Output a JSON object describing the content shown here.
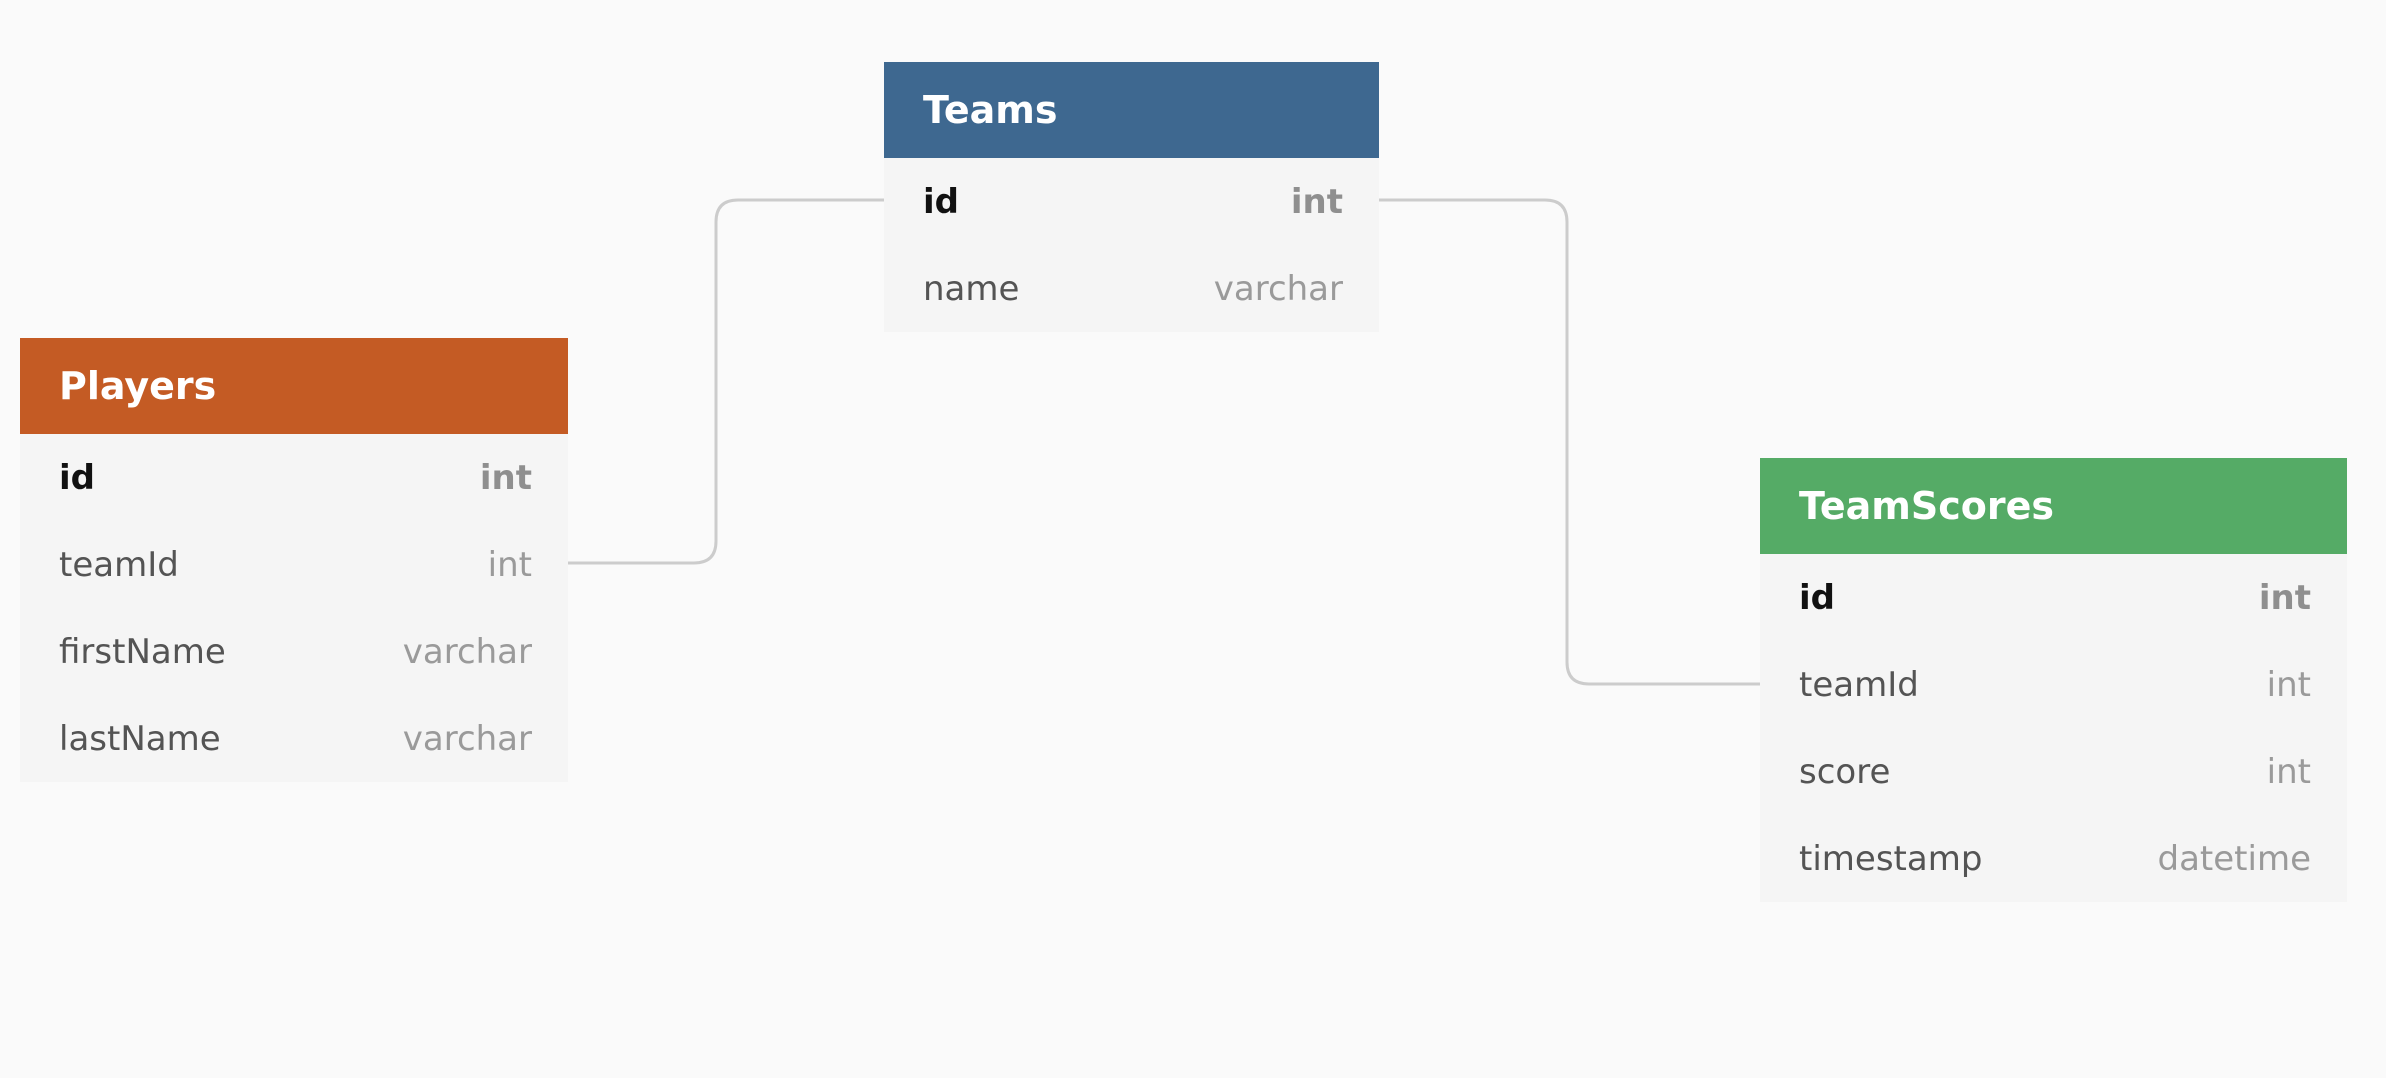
{
  "colors": {
    "teams_header": "#3e6890",
    "players_header": "#c45b24",
    "teamscores_header": "#55ab66",
    "connector": "#cccccc",
    "canvas_background": "#fafafa"
  },
  "tables": {
    "teams": {
      "title": "Teams",
      "fields": [
        {
          "name": "id",
          "type": "int"
        },
        {
          "name": "name",
          "type": "varchar"
        }
      ]
    },
    "players": {
      "title": "Players",
      "fields": [
        {
          "name": "id",
          "type": "int"
        },
        {
          "name": "teamId",
          "type": "int"
        },
        {
          "name": "firstName",
          "type": "varchar"
        },
        {
          "name": "lastName",
          "type": "varchar"
        }
      ]
    },
    "teamscores": {
      "title": "TeamScores",
      "fields": [
        {
          "name": "id",
          "type": "int"
        },
        {
          "name": "teamId",
          "type": "int"
        },
        {
          "name": "score",
          "type": "int"
        },
        {
          "name": "timestamp",
          "type": "datetime"
        }
      ]
    }
  },
  "relationships": [
    {
      "from": "players.teamId",
      "to": "teams.id"
    },
    {
      "from": "teamscores.teamId",
      "to": "teams.id"
    }
  ]
}
